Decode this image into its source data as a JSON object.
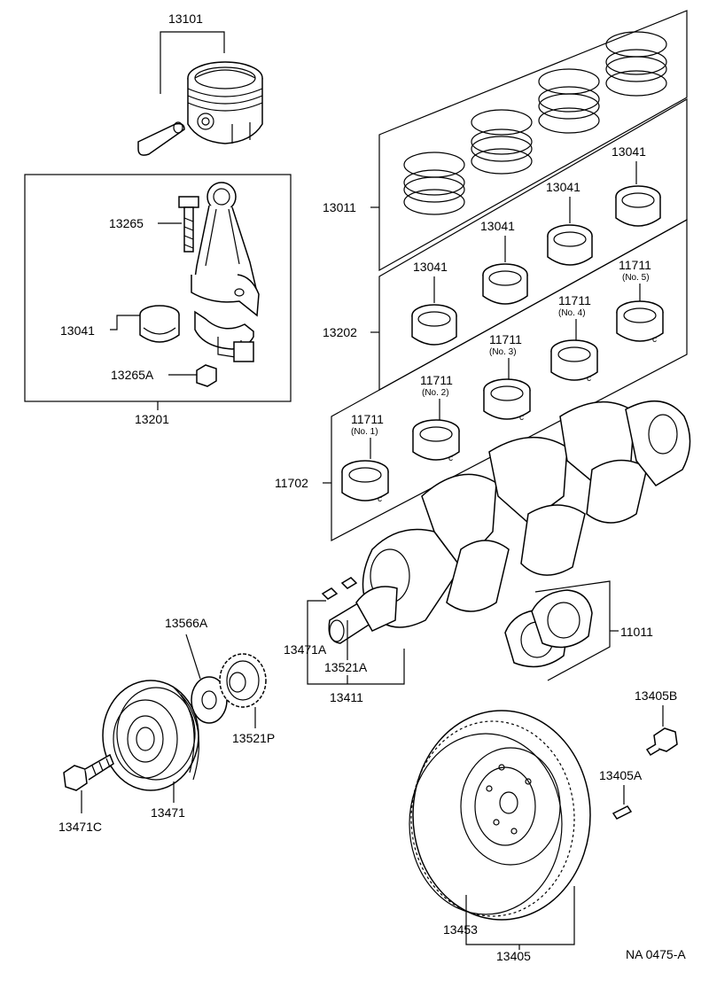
{
  "labels": {
    "p13101": "13101",
    "p13265": "13265",
    "p13041_rod": "13041",
    "p13265A": "13265A",
    "p13201": "13201",
    "p13011": "13011",
    "p13041_a": "13041",
    "p13041_b": "13041",
    "p13041_c": "13041",
    "p13041_d": "13041",
    "p13202": "13202",
    "p11711_5": "11711",
    "p11711_5_sub": "(No. 5)",
    "p11711_4": "11711",
    "p11711_4_sub": "(No. 4)",
    "p11711_3": "11711",
    "p11711_3_sub": "(No. 3)",
    "p11711_2": "11711",
    "p11711_2_sub": "(No. 2)",
    "p11711_1": "11711",
    "p11711_1_sub": "(No. 1)",
    "p11702": "11702",
    "p13566A": "13566A",
    "p13471A": "13471A",
    "p13521A": "13521A",
    "p13411": "13411",
    "p11011": "11011",
    "p13521P": "13521P",
    "p13471": "13471",
    "p13471C": "13471C",
    "p13405B": "13405B",
    "p13405A": "13405A",
    "p13453": "13453",
    "p13405": "13405",
    "figure_code": "NA 0475-A"
  },
  "icons": [
    "piston",
    "piston-pin",
    "connecting-rod",
    "rod-bolt",
    "rod-nut",
    "bearing-shell",
    "piston-ring-set",
    "crankshaft",
    "thrust-washer",
    "crank-pulley",
    "timing-pulley",
    "pulley-bolt",
    "flywheel",
    "flywheel-bolt",
    "pin"
  ]
}
